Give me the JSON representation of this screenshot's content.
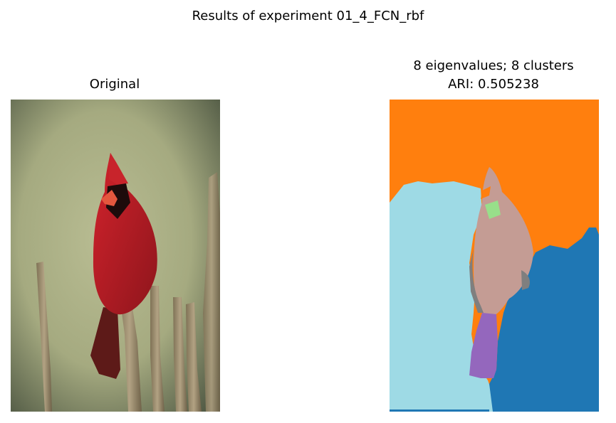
{
  "figure": {
    "title": "Results of experiment 01_4_FCN_rbf"
  },
  "left_panel": {
    "title": "Original"
  },
  "right_panel": {
    "title_line1": "8 eigenvalues; 8 clusters",
    "title_line2": "ARI: 0.505238"
  },
  "palette": {
    "orange": "#ff7f0e",
    "light_blue": "#9edae5",
    "blue": "#1f77b4",
    "pink_brown": "#c49c94",
    "purple": "#9467bd",
    "light_green": "#98df8a",
    "gray": "#7f7f7f"
  }
}
